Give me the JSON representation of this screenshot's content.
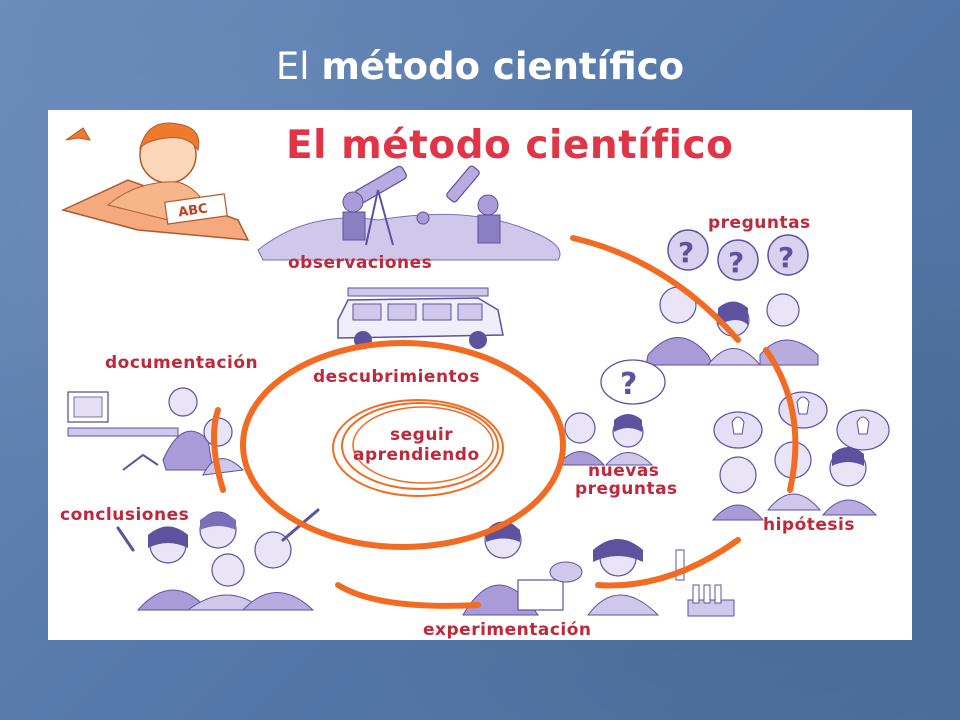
{
  "slide": {
    "title_plain": "El",
    "title_bold": "método científico"
  },
  "diagram": {
    "title": "El método científico",
    "center": {
      "line1": "seguir",
      "line2": "aprendiendo"
    },
    "outer_cycle": [
      "observaciones",
      "preguntas",
      "hipótesis",
      "experimentación",
      "conclusiones",
      "documentación"
    ],
    "inner_cycle": [
      "descubrimientos",
      {
        "line1": "nuevas",
        "line2": "preguntas"
      }
    ],
    "colors": {
      "background": "#5d7fb0",
      "ring": "#f26b22",
      "label": "#c0283a",
      "title": "#e03546",
      "illustration": "#8a7fc0"
    },
    "illustrations": [
      "child-reading-icon",
      "telescope-kids-icon",
      "question-kids-icon",
      "lightbulb-kids-icon",
      "lab-experiment-icon",
      "celebrating-group-icon",
      "computer-desk-icon",
      "van-icon",
      "kids-question-icon"
    ]
  }
}
